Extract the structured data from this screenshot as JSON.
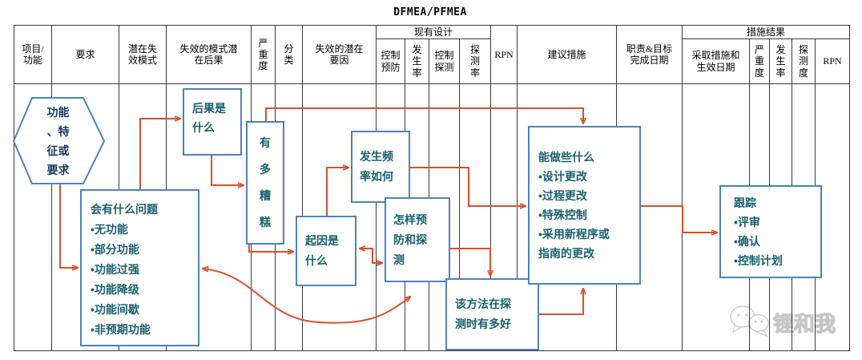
{
  "title": "DFMEA/PFMEA",
  "table": {
    "group_headers": {
      "existing_design": "现有设计",
      "action_results": "措施结果"
    },
    "columns": [
      {
        "label": "项目/\n功能"
      },
      {
        "label": "要求"
      },
      {
        "label": "潜在失\n效模式"
      },
      {
        "label": "失效的模式潜\n在后果"
      },
      {
        "label": "严\n重\n度"
      },
      {
        "label": "分\n类"
      },
      {
        "label": "失效的潜在\n要因"
      },
      {
        "label": "控制\n预防"
      },
      {
        "label": "发\n生\n率"
      },
      {
        "label": "控制\n探测"
      },
      {
        "label": "探\n测\n率"
      },
      {
        "label": "RPN"
      },
      {
        "label": "建议措施"
      },
      {
        "label": "职责&目标\n完成日期"
      },
      {
        "label": "采取措施和\n生效日期"
      },
      {
        "label": "严\n重\n度"
      },
      {
        "label": "发\n生\n率"
      },
      {
        "label": "探\n测\n度"
      },
      {
        "label": "RPN"
      }
    ]
  },
  "flowchart": {
    "hexagon": {
      "text": "功能\n、特\n征或\n要求"
    },
    "boxes": [
      {
        "id": "problem",
        "text": "会有什么问题\n•无功能\n•部分功能\n•功能过强\n•功能降级\n•功能间歇\n•非预期功能"
      },
      {
        "id": "effects",
        "text": "后果是\n什么"
      },
      {
        "id": "severity",
        "text": "有\n多\n糟\n糕"
      },
      {
        "id": "cause",
        "text": "起因是\n什么"
      },
      {
        "id": "occurrence",
        "text": "发生频\n率如何"
      },
      {
        "id": "prevention",
        "text": "怎样预\n防和探\n测"
      },
      {
        "id": "detection",
        "text": "该方法在探\n测时有多好"
      },
      {
        "id": "actions",
        "text": "能做些什么\n•设计更改\n•过程更改\n•特殊控制\n•采用新程序或\n指南的更改"
      },
      {
        "id": "tracking",
        "text": "跟踪\n•评审\n•确认\n•控制计划"
      }
    ]
  },
  "watermark": {
    "text": "锂和我"
  },
  "colors": {
    "box_border": "#4f81bd",
    "box_text": "#19606e",
    "hexagon_text": "#17375e",
    "arrow": "#d94f2b",
    "table_line": "#3b3b3b"
  }
}
